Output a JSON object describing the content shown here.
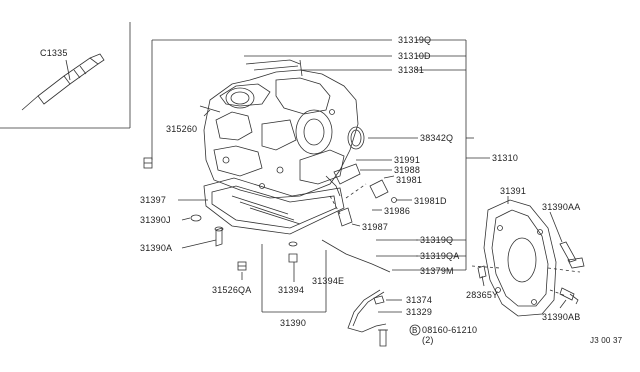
{
  "inset": {
    "part": "C1335"
  },
  "labels": {
    "p31319q_top": "31319Q",
    "p31310d": "31310D",
    "p31381": "31381",
    "p315260": "315260",
    "p38342q": "38342Q",
    "p31310": "31310",
    "p31991": "31991",
    "p31988": "31988",
    "p31981": "31981",
    "p31981d": "31981D",
    "p31986": "31986",
    "p31987": "31987",
    "p31319q_bottom": "31319Q",
    "p31319qa": "31319QA",
    "p31379m": "31379M",
    "p31397": "31397",
    "p31390j": "31390J",
    "p31390a": "31390A",
    "p31526qa": "31526QA",
    "p31394": "31394",
    "p31394e": "31394E",
    "p31390": "31390",
    "p31374": "31374",
    "p31329": "31329",
    "p08160": "08160-61210",
    "p08160_qty": "(2)",
    "p31391": "31391",
    "p31390aa": "31390AA",
    "p28365y": "28365Y",
    "p31390ab": "31390AB",
    "code": "J3  00 37"
  },
  "colors": {
    "line": "#333333",
    "text": "#222222",
    "background": "#ffffff"
  }
}
